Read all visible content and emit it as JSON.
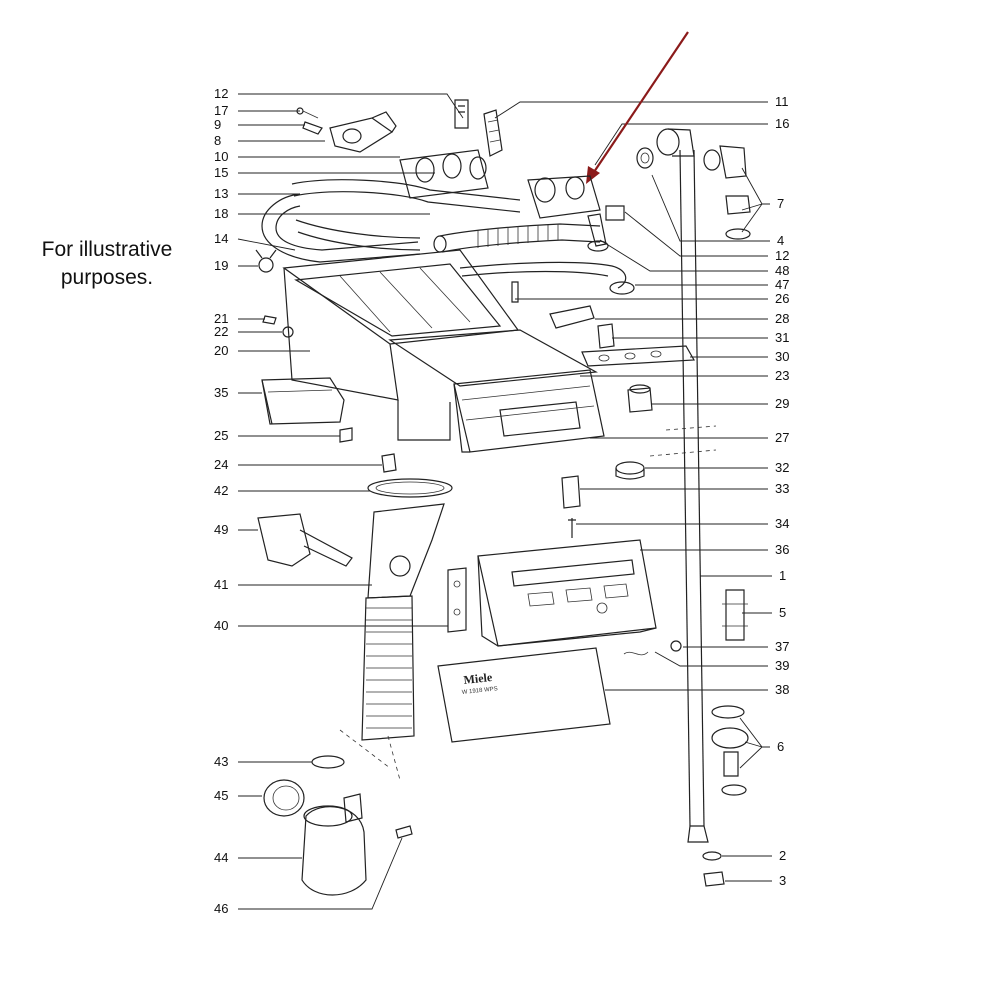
{
  "caption": {
    "line1": "For illustrative",
    "line2": "purposes."
  },
  "manual_text": {
    "brand": "Miele",
    "model": "W 1918 WPS"
  },
  "colors": {
    "highlight_arrow": "#8b1a1a",
    "ink": "#222222",
    "background": "#ffffff"
  },
  "left_callouts": [
    "12",
    "17",
    "9",
    "8",
    "10",
    "15",
    "13",
    "18",
    "14",
    "19",
    "21",
    "22",
    "20",
    "35",
    "25",
    "24",
    "42",
    "49",
    "41",
    "40",
    "43",
    "45",
    "44",
    "46"
  ],
  "right_callouts": [
    "11",
    "16",
    "7",
    "4",
    "12",
    "48",
    "47",
    "26",
    "28",
    "31",
    "30",
    "23",
    "29",
    "27",
    "32",
    "33",
    "34",
    "36",
    "1",
    "5",
    "37",
    "39",
    "38",
    "6",
    "2",
    "3"
  ]
}
